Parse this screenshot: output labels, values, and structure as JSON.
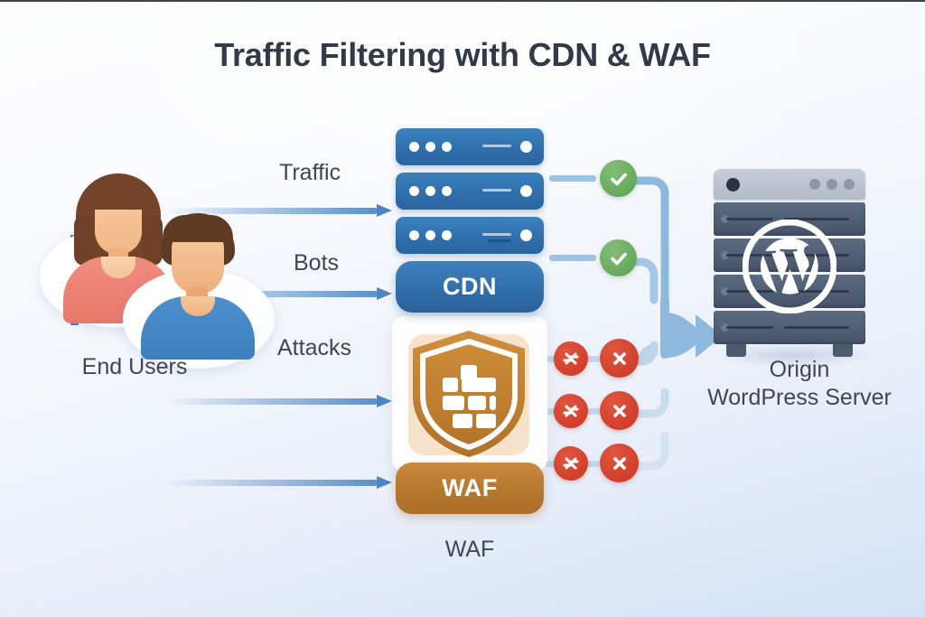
{
  "diagram": {
    "title": "Traffic Filtering with CDN & WAF",
    "left": {
      "users_label": "End Users",
      "avatar_a": "female-user-avatar",
      "avatar_b": "male-user-avatar"
    },
    "flows": [
      {
        "label": "Traffic",
        "kind": "allowed"
      },
      {
        "label": "Bots",
        "kind": "allowed"
      },
      {
        "label": "Attacks",
        "kind": "blocked"
      },
      {
        "label": "",
        "kind": "blocked"
      }
    ],
    "center": {
      "cdn_label": "CDN",
      "waf_label": "WAF",
      "waf_caption": "WAF",
      "shield_icon": "firewall-brick-shield-icon",
      "server_rack_count": 3
    },
    "verdicts": {
      "allowed_icon": "check-circle-icon",
      "blocked_icon": "x-circle-icon",
      "blocked_burst_icon": "blocked-burst-icon",
      "allowed_count": 2,
      "blocked_count": 3
    },
    "right": {
      "origin_line1": "Origin",
      "origin_line2": "WordPress Server",
      "logo": "wordpress-logo-icon"
    },
    "colors": {
      "title": "#333a47",
      "cdn_blue": "#2f6da9",
      "server_blue": "#2f6fac",
      "waf_amber": "#b5762e",
      "allow_green": "#66a95c",
      "block_red": "#d0402c",
      "arrow_blue": "#5b91c9",
      "bus_blue": "#9dc2e4",
      "origin_slate": "#505e74",
      "background_top": "#fdfdfe",
      "background_bottom": "#d4e1f5"
    }
  }
}
